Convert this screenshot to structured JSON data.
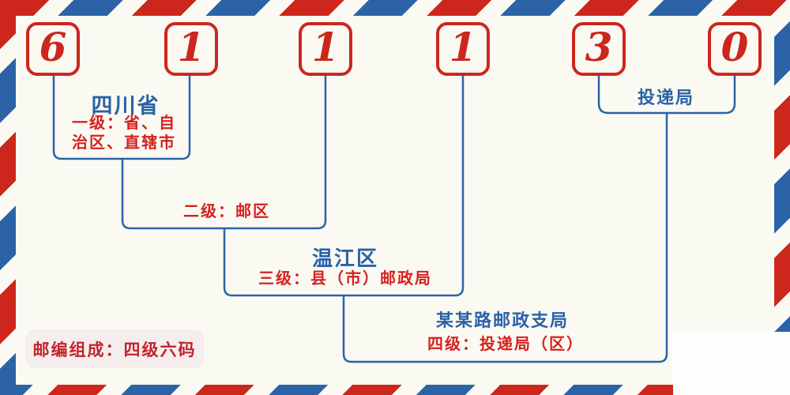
{
  "postal_code": {
    "digits": [
      "6",
      "1",
      "1",
      "1",
      "3",
      "0"
    ]
  },
  "annotations": {
    "level1": {
      "name": "四川省",
      "desc_line1": "一级：省、自",
      "desc_line2": "治区、直辖市"
    },
    "level2": {
      "desc": "二级：邮区"
    },
    "level3": {
      "name": "温江区",
      "desc": "三级：县（市）邮政局"
    },
    "level4": {
      "name": "某某路邮政支局",
      "desc": "四级：投递局（区）"
    },
    "delivery_bureau": {
      "name": "投递局"
    }
  },
  "footer": {
    "note": "邮编组成：四级六码"
  },
  "colors": {
    "stripe_red": "#cd261c",
    "stripe_blue": "#2c63a7",
    "red_text": "#d6211e",
    "blue_text": "#2a62a6",
    "background": "#fafaf3",
    "pill_background": "#f6eeee",
    "pill_text": "#c2242b"
  }
}
